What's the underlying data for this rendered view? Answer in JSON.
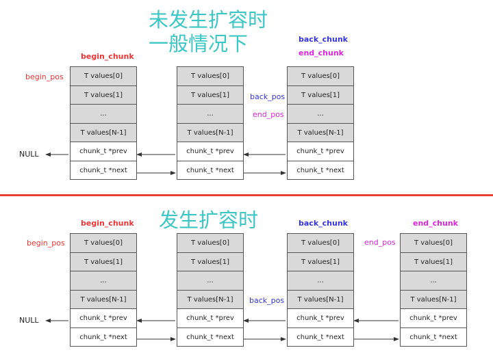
{
  "top": {
    "title_line1": "未发生扩容时",
    "title_line2": "一般情况下",
    "begin_chunk": "begin_chunk",
    "back_chunk": "back_chunk",
    "end_chunk": "end_chunk",
    "begin_pos": "begin_pos",
    "back_pos": "back_pos",
    "end_pos": "end_pos",
    "null_label": "NULL"
  },
  "bottom": {
    "title": "发生扩容时",
    "begin_chunk": "begin_chunk",
    "back_chunk": "back_chunk",
    "end_chunk": "end_chunk",
    "begin_pos": "begin_pos",
    "back_pos": "back_pos",
    "end_pos": "end_pos",
    "null_label": "NULL"
  },
  "cells": [
    "T values[0]",
    "T values[1]",
    "...",
    "T values[N-1]",
    "chunk_t *prev",
    "chunk_t *next"
  ],
  "colors": {
    "title": "#3cc6c6",
    "red": "#ee3333",
    "blue": "#3333dd",
    "magenta": "#dd22dd",
    "separator": "#e8413c",
    "cell_fill": "#d9d9d9"
  }
}
